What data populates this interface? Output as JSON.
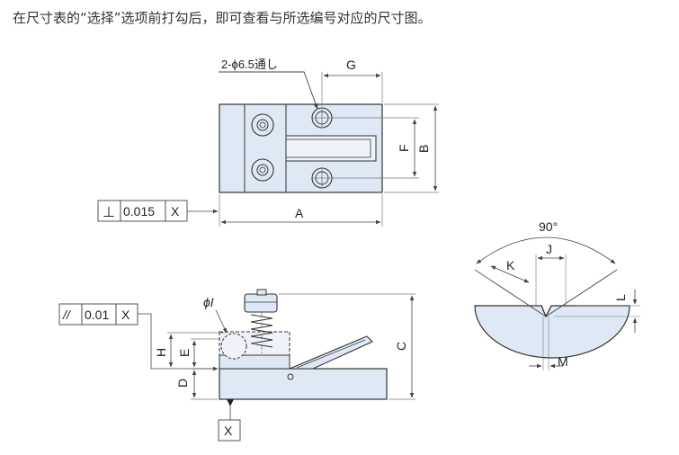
{
  "caption": "在尺寸表的“选择”选项前打勾后，即可查看与所选编号对应的尺寸图。",
  "top_view": {
    "hole_callout": "2-ϕ6.5通し",
    "dims": {
      "A": "A",
      "B": "B",
      "F": "F",
      "G": "G"
    }
  },
  "perp_frame": {
    "symbol": "⊥",
    "tolerance": "0.015",
    "datum": "X"
  },
  "parallel_frame": {
    "symbol": "//",
    "tolerance": "0.01",
    "datum": "X"
  },
  "front_view": {
    "pin_dia": "ϕI",
    "dims": {
      "C": "C",
      "D": "D",
      "E": "E",
      "H": "H"
    },
    "datum": "X"
  },
  "v_detail": {
    "angle": "90°",
    "dims": {
      "J": "J",
      "K": "K",
      "L": "L",
      "M": "M"
    }
  },
  "colors": {
    "part_fill": "#dfe9f5",
    "line": "#333333",
    "dim": "#555555"
  }
}
